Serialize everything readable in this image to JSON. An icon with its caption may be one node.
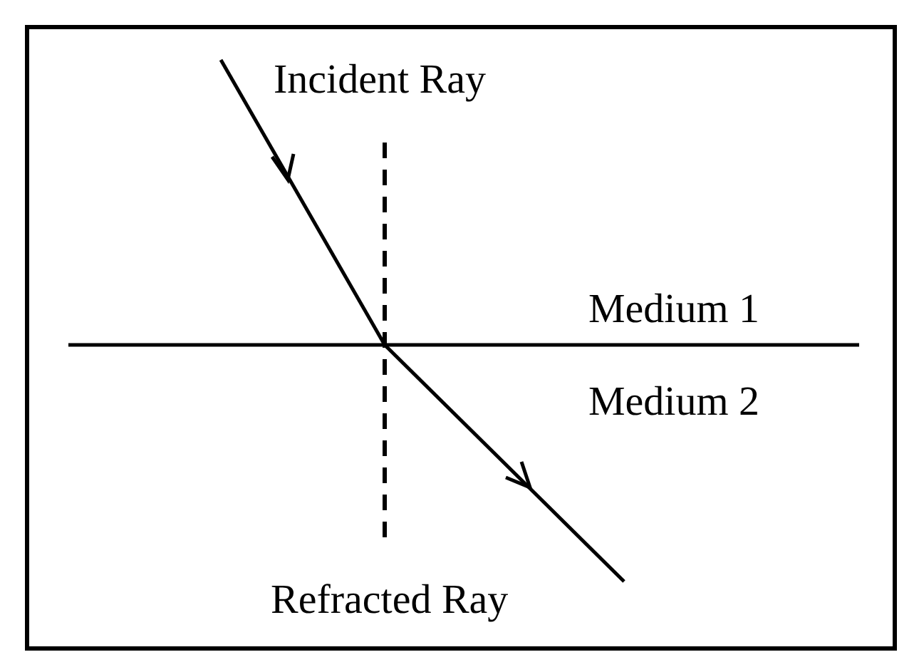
{
  "diagram": {
    "labels": [
      "Incident Ray",
      "Medium 1",
      "Medium 2",
      "Refracted Ray"
    ]
  }
}
